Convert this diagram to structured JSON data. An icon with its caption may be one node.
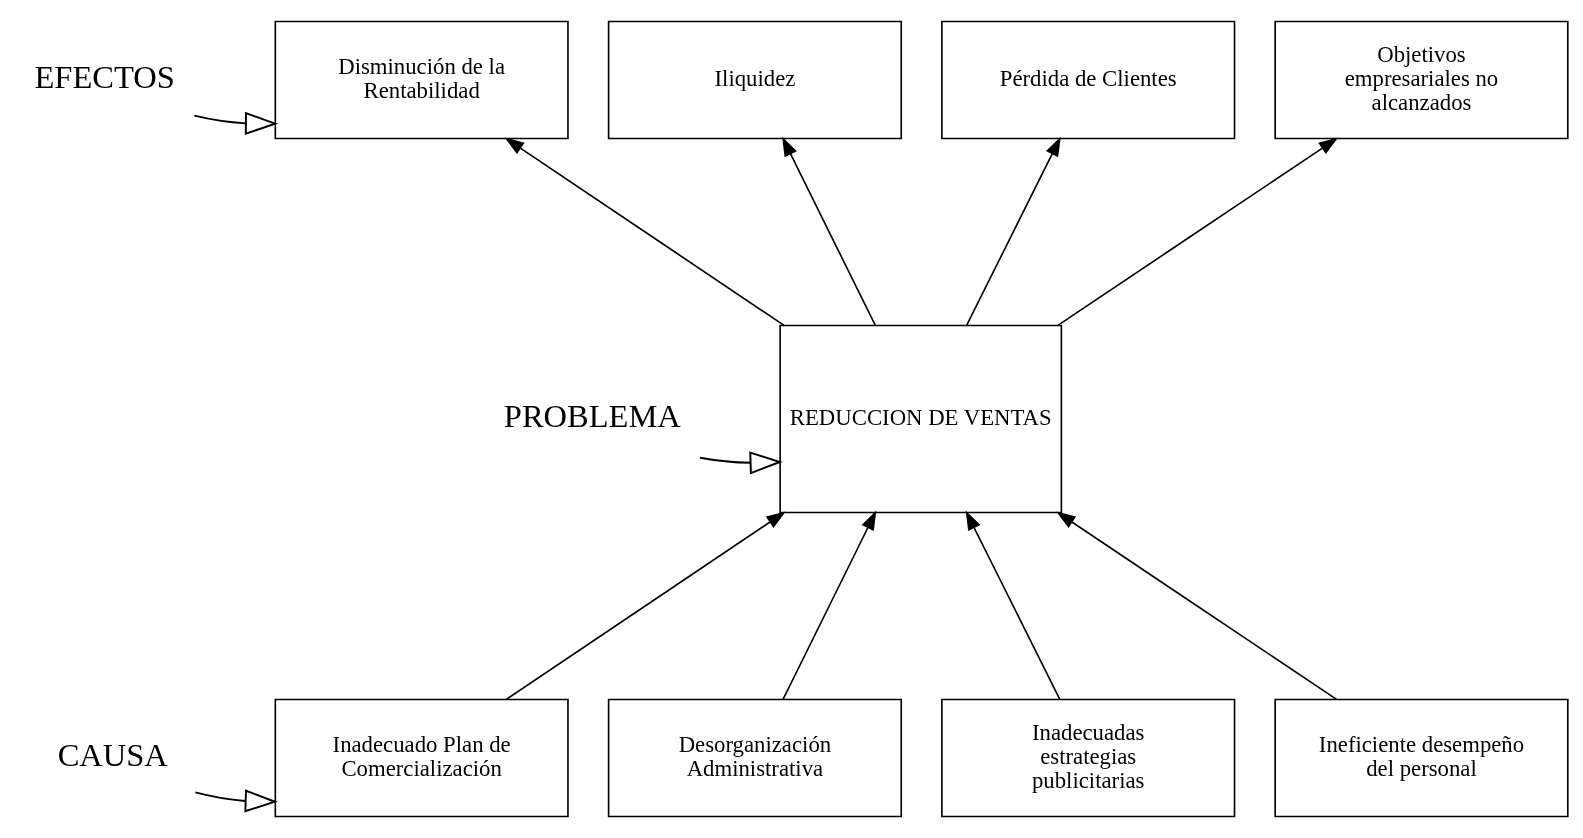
{
  "diagram": {
    "nodes": [
      {
        "text": [
          "EFECTOS"
        ]
      },
      {
        "text": [
          "Disminución de la Rentabilidad"
        ]
      },
      {
        "text": [
          "Iliquidez"
        ]
      },
      {
        "text": [
          "Pérdida de Clientes"
        ]
      },
      {
        "text": [
          "Objetivos empresariales no alcanzados"
        ]
      },
      {
        "text": [
          "PROBLEMA"
        ]
      },
      {
        "text": [
          "REDUCCION DE VENTAS"
        ]
      },
      {
        "text": [
          "CAUSA"
        ]
      },
      {
        "text": [
          "Inadecuado Plan de Comercialización"
        ]
      },
      {
        "text": [
          "Desorganización Administrativa"
        ]
      },
      {
        "text": [
          "Inadecuadas estrategias publicitarias"
        ]
      },
      {
        "text": [
          "Ineficiente desempeño del personal"
        ]
      }
    ],
    "edges": [
      {
        "from": 0,
        "to": 1,
        "arrow": "to"
      },
      {
        "from": 6,
        "to": 1,
        "arrow": "to"
      },
      {
        "from": 6,
        "to": 2,
        "arrow": "to"
      },
      {
        "from": 6,
        "to": 3,
        "arrow": "to"
      },
      {
        "from": 6,
        "to": 4,
        "arrow": "to"
      },
      {
        "from": 5,
        "to": 6,
        "arrow": "to"
      },
      {
        "from": 7,
        "to": 8,
        "arrow": "to"
      },
      {
        "from": 8,
        "to": 6,
        "arrow": "to"
      },
      {
        "from": 9,
        "to": 6,
        "arrow": "to"
      },
      {
        "from": 10,
        "to": 6,
        "arrow": "to"
      },
      {
        "from": 11,
        "to": 6,
        "arrow": "to"
      }
    ]
  }
}
